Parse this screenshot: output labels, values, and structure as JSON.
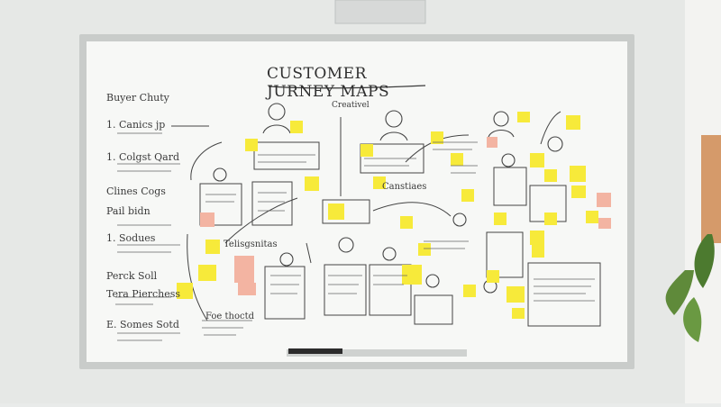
{
  "board": {
    "title": "CUSTOMER JURNEY MAPS",
    "left_labels": [
      "Buyer Chuty",
      "1. Canics jp",
      "1. Colgst Qard",
      "Clines Cogs",
      "Pail bidn",
      "1. Sodues",
      "Perck Soll",
      "Tera Pierchess",
      "E. Somes Sotd"
    ],
    "center_labels": [
      "Creativel",
      "Telisgsnitas",
      "Canstiaes",
      "Foe thoctd"
    ]
  },
  "colors": {
    "wall": "#e6e8e6",
    "board": "#f7f8f6",
    "frame": "#c9ccca",
    "sticky_yellow": "#f7ea3a",
    "sticky_pink": "#f3b4a2",
    "marker": "#3a3a3a"
  }
}
